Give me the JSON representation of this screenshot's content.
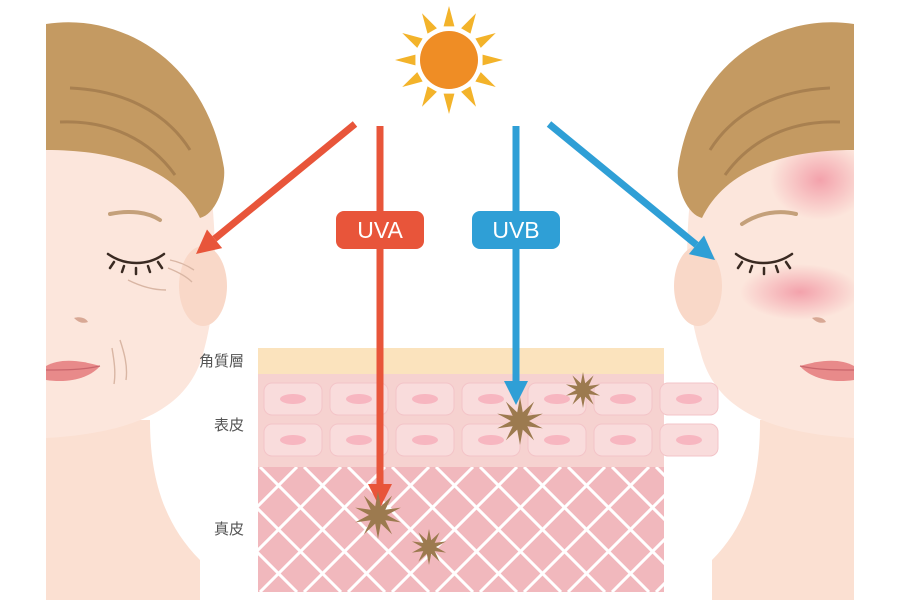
{
  "badges": {
    "uva": "UVA",
    "uvb": "UVB"
  },
  "layers": {
    "stratum_corneum": "角質層",
    "epidermis": "表皮",
    "dermis": "真皮"
  },
  "colors": {
    "uva": "#e8553a",
    "uvb": "#2f9fd6",
    "sun_core": "#ef8d25",
    "sun_rays": "#f3b32a",
    "skin": "#fbe3d8",
    "hair": "#c49a62",
    "corneum": "#fbe3bd",
    "epidermis": "#f6d2d0",
    "dermis": "#f1b8bd",
    "cell": "#f7b6c0",
    "damage": "#9c7a4f"
  },
  "icons": {
    "sun": "sun-icon",
    "damage": "damage-star-icon"
  }
}
